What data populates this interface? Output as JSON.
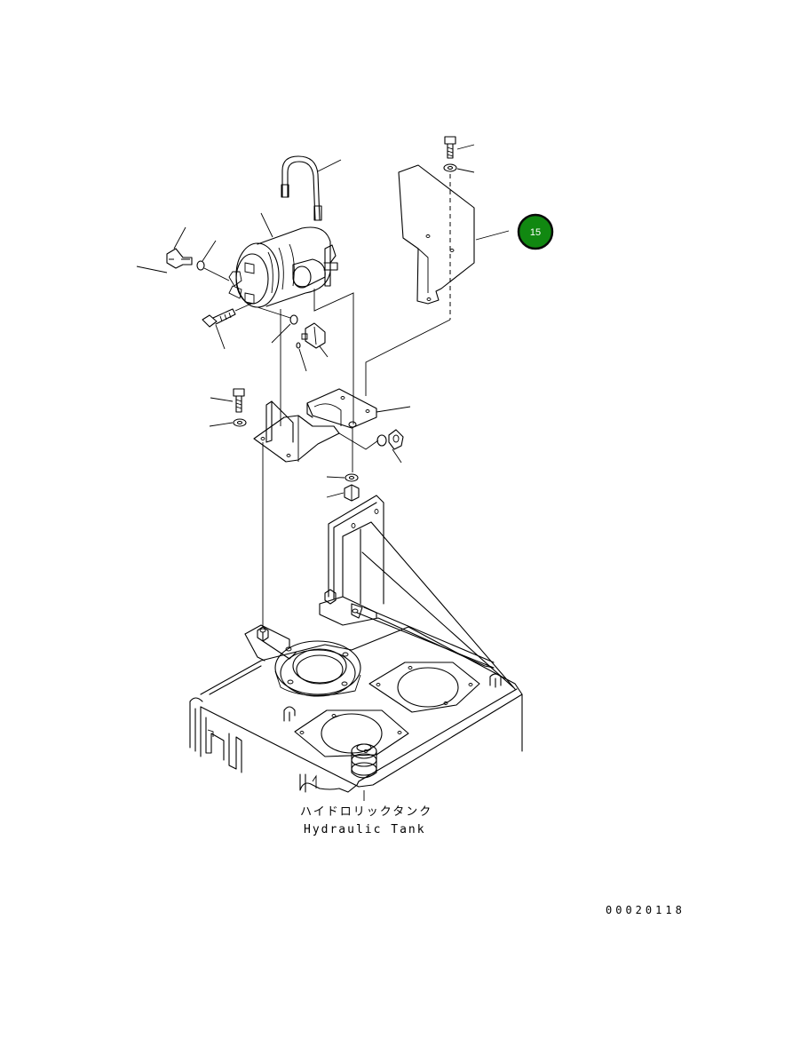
{
  "callout": {
    "number": "15",
    "fill": "#118811",
    "ring": "#0a0a0a"
  },
  "tank_label": {
    "japanese": "ハイドロリックタンク",
    "english": "Hydraulic Tank"
  },
  "drawing_number": "00020118"
}
